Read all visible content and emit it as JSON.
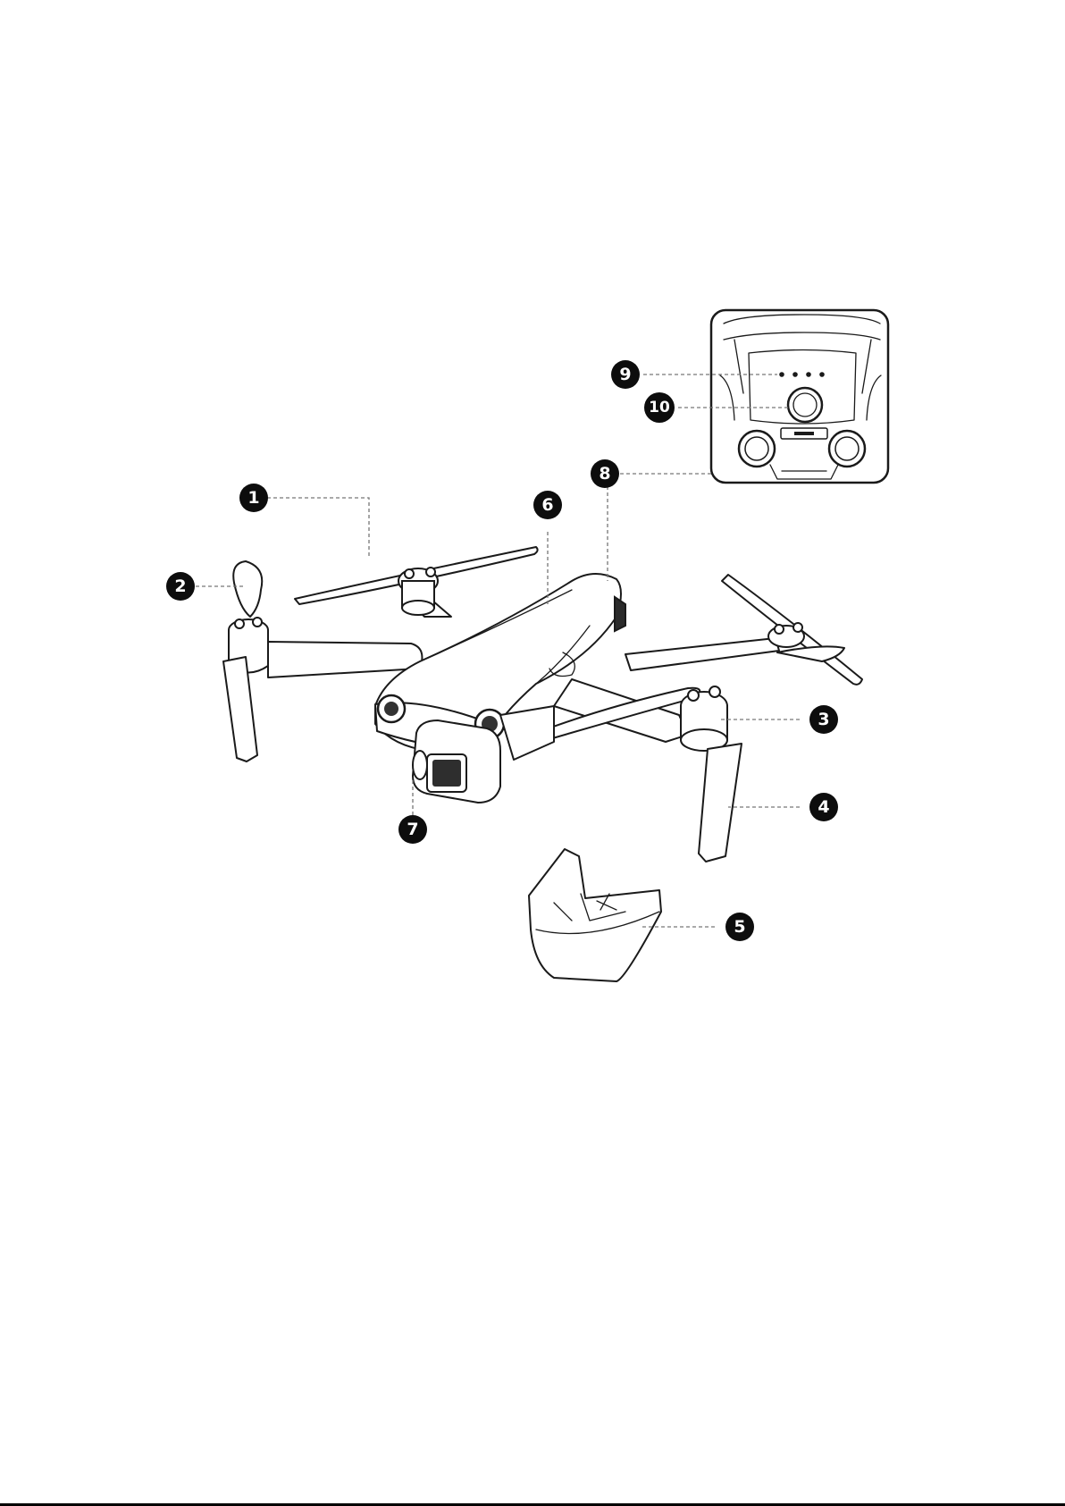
{
  "callouts": [
    {
      "id": "1",
      "label": "1"
    },
    {
      "id": "2",
      "label": "2"
    },
    {
      "id": "3",
      "label": "3"
    },
    {
      "id": "4",
      "label": "4"
    },
    {
      "id": "5",
      "label": "5"
    },
    {
      "id": "6",
      "label": "6"
    },
    {
      "id": "7",
      "label": "7"
    },
    {
      "id": "8",
      "label": "8"
    },
    {
      "id": "9",
      "label": "9"
    },
    {
      "id": "10",
      "label": "10"
    }
  ],
  "inset": {
    "battery_indicator_dots": 4
  }
}
